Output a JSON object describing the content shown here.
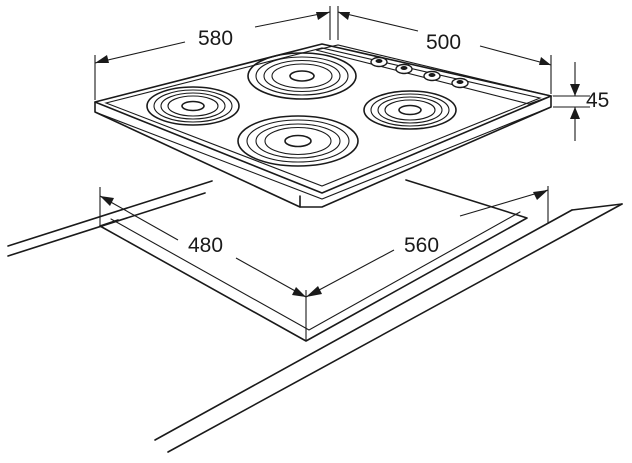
{
  "dimensions": {
    "hob_width": "580",
    "hob_depth": "500",
    "hob_height": "45",
    "cutout_depth": "480",
    "cutout_width": "560"
  },
  "burners": {
    "count": 4
  },
  "knobs": {
    "count": 4
  }
}
